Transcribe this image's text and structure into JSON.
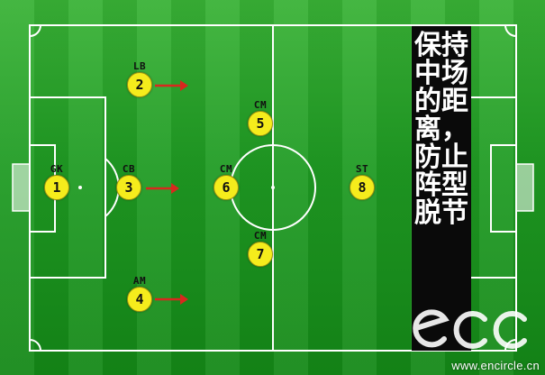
{
  "banner": {
    "text": "保持中场的距离，防止阵型脱节"
  },
  "players": [
    {
      "role": "GK",
      "number": "1"
    },
    {
      "role": "LB",
      "number": "2"
    },
    {
      "role": "CB",
      "number": "3"
    },
    {
      "role": "AM",
      "number": "4"
    },
    {
      "role": "CM",
      "number": "5"
    },
    {
      "role": "CM",
      "number": "6"
    },
    {
      "role": "CM",
      "number": "7"
    },
    {
      "role": "ST",
      "number": "8"
    }
  ],
  "arrows": {
    "color": "#d8281e",
    "count": 3
  },
  "watermark": {
    "logo": "ecc",
    "url": "www.encircle.cn"
  },
  "colors": {
    "pitch": "#1f9b23",
    "lines": "#ffffff",
    "player_disc": "#f5ec1c",
    "banner": "#0a0a0a"
  }
}
